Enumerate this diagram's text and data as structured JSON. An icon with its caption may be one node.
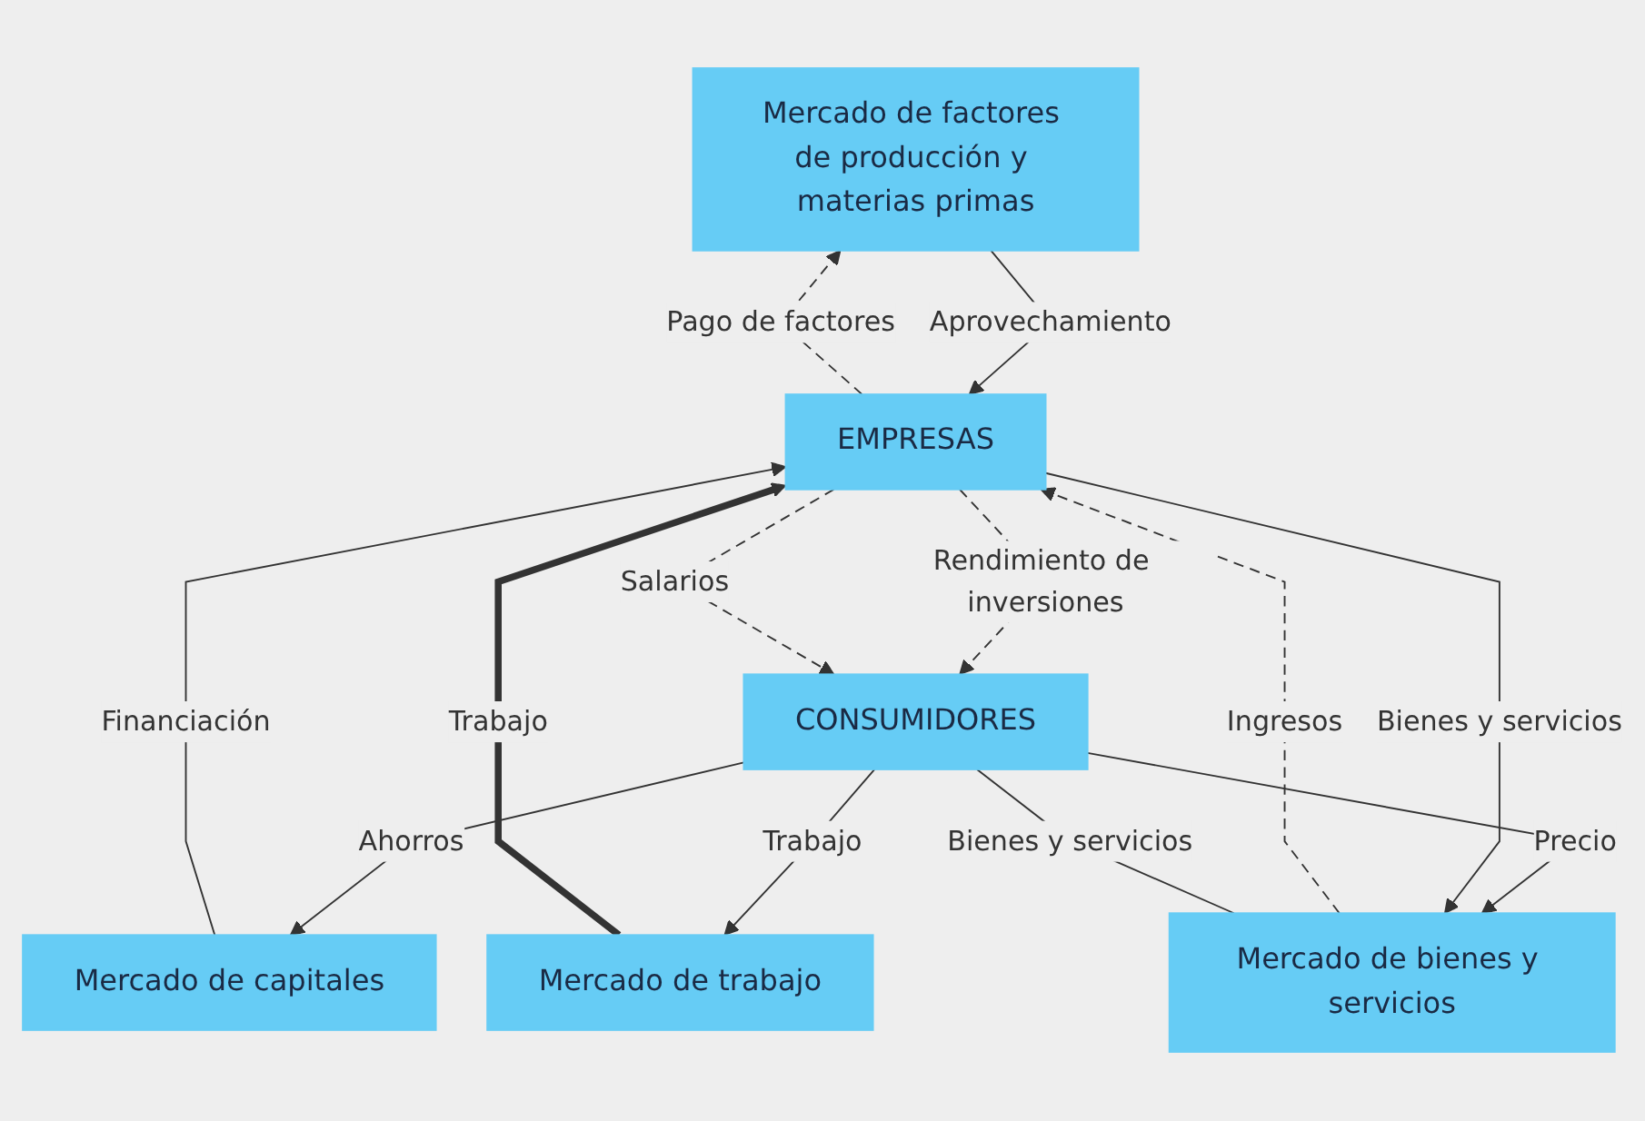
{
  "diagram": {
    "nodes": [
      {
        "text": [
          "Mercado de factores de producción y materias primas"
        ]
      },
      {
        "text": [
          "Mercado de capitales"
        ]
      },
      {
        "text": [
          "EMPRESAS"
        ]
      },
      {
        "text": [
          "CONSUMIDORES"
        ]
      },
      {
        "text": [
          "Mercado de trabajo"
        ]
      },
      {
        "text": [
          "Mercado de bienes y servicios"
        ]
      }
    ],
    "edges": [
      {
        "from": 2,
        "to": 0,
        "arrow": "to",
        "label": "Pago de factores",
        "style": "dashed"
      },
      {
        "from": 0,
        "to": 2,
        "arrow": "to",
        "label": "Aprovechamiento"
      },
      {
        "from": 1,
        "to": 2,
        "arrow": "to",
        "label": "Financiación"
      },
      {
        "from": 3,
        "to": 1,
        "arrow": "to",
        "label": "Ahorros"
      },
      {
        "from": 2,
        "to": 3,
        "arrow": "to",
        "label": "Rendimiento de inversiones",
        "style": "dashed"
      },
      {
        "from": 2,
        "to": 3,
        "arrow": "to",
        "label": "Salarios",
        "style": "dashed"
      },
      {
        "from": 3,
        "to": 4,
        "arrow": "to",
        "label": "Trabajo"
      },
      {
        "from": 4,
        "to": 2,
        "arrow": "to",
        "label": "Trabajo",
        "style": "thick"
      },
      {
        "from": 5,
        "to": 2,
        "arrow": "to",
        "label": "Ingresos",
        "style": "dashed"
      },
      {
        "from": 3,
        "to": 5,
        "arrow": "to",
        "label": "Precio"
      },
      {
        "from": 5,
        "to": 3,
        "arrow": "none",
        "label": "Bienes y servicios"
      },
      {
        "from": 2,
        "to": 5,
        "arrow": "to",
        "label": "Bienes y servicios"
      }
    ]
  }
}
